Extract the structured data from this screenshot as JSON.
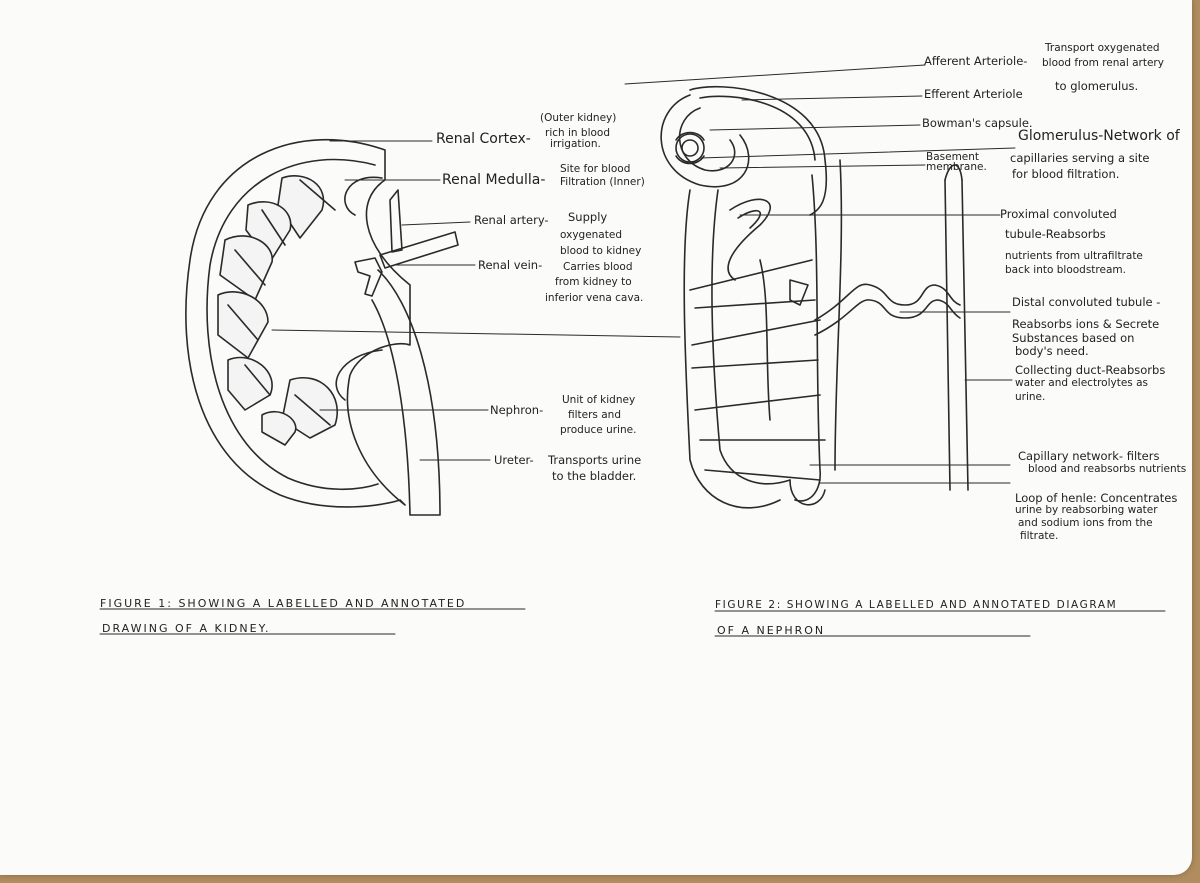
{
  "kidney_labels": {
    "cortex_note": "(Outer kidney)",
    "cortex_name": "Renal Cortex-",
    "cortex_desc1": "rich in blood",
    "cortex_desc2": "irrigation.",
    "medulla_name": "Renal Medulla-",
    "medulla_desc1": "Site for blood",
    "medulla_desc2": "Filtration (Inner)",
    "artery_name": "Renal artery-",
    "artery_desc1": "Supply",
    "artery_desc2": "oxygenated",
    "artery_desc3": "blood to kidney",
    "vein_name": "Renal vein-",
    "vein_desc1": "Carries blood",
    "vein_desc2": "from kidney to",
    "vein_desc3": "inferior vena cava.",
    "nephron_name": "Nephron-",
    "nephron_desc1": "Unit of kidney",
    "nephron_desc2": "filters and",
    "nephron_desc3": "produce urine.",
    "ureter_name": "Ureter-",
    "ureter_desc1": "Transports urine",
    "ureter_desc2": "to the bladder."
  },
  "nephron_labels": {
    "afferent_name": "Afferent Arteriole-",
    "afferent_desc1": "Transport oxygenated",
    "afferent_desc2": "blood from renal artery",
    "afferent_desc3": "to glomerulus.",
    "efferent_name": "Efferent Arteriole",
    "bowman_name": "Bowman's capsule.",
    "basement_name1": "Basement",
    "basement_name2": "membrane.",
    "glomerulus_line1": "Glomerulus-Network of",
    "glomerulus_line2": "capillaries serving a site",
    "glomerulus_line3": "for blood filtration.",
    "pct_line1": "Proximal convoluted",
    "pct_line2": "tubule-Reabsorbs",
    "pct_line3": "nutrients from ultrafiltrate",
    "pct_line4": "back into bloodstream.",
    "dct_line1": "Distal convoluted tubule -",
    "dct_line2": "Reabsorbs ions & Secrete",
    "dct_line3": "Substances based on",
    "dct_line4": "body's need.",
    "cd_line1": "Collecting duct-Reabsorbs",
    "cd_line2": "water and electrolytes as",
    "cd_line3": "urine.",
    "cap_line1": "Capillary network- filters",
    "cap_line2": "blood and reabsorbs nutrients",
    "loop_line1": "Loop of henle: Concentrates",
    "loop_line2": "urine by reabsorbing water",
    "loop_line3": "and sodium ions from the",
    "loop_line4": "filtrate."
  },
  "captions": {
    "fig1_line1": "Figure 1: Showing a labelled and annotated",
    "fig1_line2": "drawing of a kidney.",
    "fig2_line1": "Figure 2: Showing a labelled and annotated diagram",
    "fig2_line2": "of a nephron"
  }
}
